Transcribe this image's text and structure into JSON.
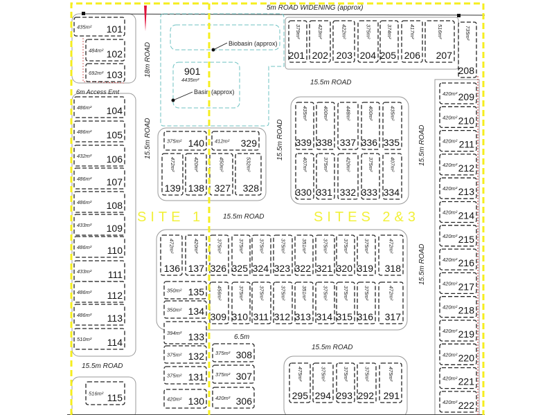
{
  "title_road": "5m ROAD WIDENING (approx)",
  "sites": {
    "site1": "SITE 1",
    "site23": "SITES 2&3"
  },
  "basin": {
    "lot": "901",
    "area": "4435m²",
    "biobasin_label": "Biobasin (approx)",
    "basin_label": "Basin (approx)"
  },
  "labels": {
    "access": "6m Access Emt",
    "gap": "6.5m"
  },
  "roads": [
    "18m ROAD",
    "15.5m ROAD",
    "15.5m ROAD",
    "15.5m ROAD",
    "15.5m ROAD",
    "15.5m ROAD",
    "15.5m ROAD",
    "15.5m ROAD",
    "15.5m ROAD"
  ],
  "colors": {
    "boundary": "#f5ee1e",
    "basin": "#6cc2c2",
    "easement": "#cc3333",
    "site_text": "#f2f03a"
  },
  "lots": [
    {
      "number": "101",
      "area": "435m²"
    },
    {
      "number": "102",
      "area": "484m²"
    },
    {
      "number": "103",
      "area": "692m²"
    },
    {
      "number": "104",
      "area": "486m²"
    },
    {
      "number": "105",
      "area": "486m²"
    },
    {
      "number": "106",
      "area": "432m²"
    },
    {
      "number": "107",
      "area": "486m²"
    },
    {
      "number": "108",
      "area": "486m²"
    },
    {
      "number": "109",
      "area": "433m²"
    },
    {
      "number": "110",
      "area": "486m²"
    },
    {
      "number": "111",
      "area": "433m²"
    },
    {
      "number": "112",
      "area": "486m²"
    },
    {
      "number": "113",
      "area": "486m²"
    },
    {
      "number": "114",
      "area": "510m²"
    },
    {
      "number": "115",
      "area": "516m²"
    },
    {
      "number": "140",
      "area": "375m²"
    },
    {
      "number": "329",
      "area": "412m²"
    },
    {
      "number": "139",
      "area": "472m²"
    },
    {
      "number": "138",
      "area": "420m²"
    },
    {
      "number": "327",
      "area": "450m²"
    },
    {
      "number": "328",
      "area": "532m²"
    },
    {
      "number": "201",
      "area": "379m²"
    },
    {
      "number": "202",
      "area": "423m²"
    },
    {
      "number": "203",
      "area": "422m²"
    },
    {
      "number": "204",
      "area": "375m²"
    },
    {
      "number": "205",
      "area": "374m²"
    },
    {
      "number": "206",
      "area": "417m²"
    },
    {
      "number": "207",
      "area": "516m²"
    },
    {
      "number": "208",
      "area": "735m²"
    },
    {
      "number": "339",
      "area": "435m²"
    },
    {
      "number": "338",
      "area": "400m²"
    },
    {
      "number": "337",
      "area": "448m²"
    },
    {
      "number": "336",
      "area": "400m²"
    },
    {
      "number": "335",
      "area": "435m²"
    },
    {
      "number": "330",
      "area": "407m²"
    },
    {
      "number": "331",
      "area": "375m²"
    },
    {
      "number": "332",
      "area": "420m²"
    },
    {
      "number": "333",
      "area": "375m²"
    },
    {
      "number": "334",
      "area": "407m²"
    },
    {
      "number": "209",
      "area": "420m²"
    },
    {
      "number": "210",
      "area": "420m²"
    },
    {
      "number": "211",
      "area": "420m²"
    },
    {
      "number": "212",
      "area": "420m²"
    },
    {
      "number": "213",
      "area": "420m²"
    },
    {
      "number": "214",
      "area": "420m²"
    },
    {
      "number": "215",
      "area": "420m²"
    },
    {
      "number": "216",
      "area": "420m²"
    },
    {
      "number": "217",
      "area": "420m²"
    },
    {
      "number": "218",
      "area": "420m²"
    },
    {
      "number": "219",
      "area": "420m²"
    },
    {
      "number": "220",
      "area": "420m²"
    },
    {
      "number": "221",
      "area": "420m²"
    },
    {
      "number": "222",
      "area": "420m²"
    },
    {
      "number": "136",
      "area": "472m²"
    },
    {
      "number": "137",
      "area": "420m²"
    },
    {
      "number": "326",
      "area": "375m²"
    },
    {
      "number": "325",
      "area": "375m²"
    },
    {
      "number": "324",
      "area": "375m²"
    },
    {
      "number": "323",
      "area": "375m²"
    },
    {
      "number": "322",
      "area": "351m²"
    },
    {
      "number": "321",
      "area": "375m²"
    },
    {
      "number": "320",
      "area": "375m²"
    },
    {
      "number": "319",
      "area": "375m²"
    },
    {
      "number": "318",
      "area": "472m²"
    },
    {
      "number": "135",
      "area": "350m²"
    },
    {
      "number": "134",
      "area": "350m²"
    },
    {
      "number": "133",
      "area": "394m²"
    },
    {
      "number": "309",
      "area": "456m²"
    },
    {
      "number": "310",
      "area": "375m²"
    },
    {
      "number": "311",
      "area": "375m²"
    },
    {
      "number": "312",
      "area": "375m²"
    },
    {
      "number": "313",
      "area": "351m²"
    },
    {
      "number": "314",
      "area": "375m²"
    },
    {
      "number": "315",
      "area": "375m²"
    },
    {
      "number": "316",
      "area": "375m²"
    },
    {
      "number": "317",
      "area": "472m²"
    },
    {
      "number": "132",
      "area": "375m²"
    },
    {
      "number": "131",
      "area": "375m²"
    },
    {
      "number": "130",
      "area": "420m²"
    },
    {
      "number": "308",
      "area": "375m²"
    },
    {
      "number": "307",
      "area": "375m²"
    },
    {
      "number": "306",
      "area": "420m²"
    },
    {
      "number": "295",
      "area": "475m²"
    },
    {
      "number": "294",
      "area": "375m²"
    },
    {
      "number": "293",
      "area": "375m²"
    },
    {
      "number": "292",
      "area": "375m²"
    },
    {
      "number": "291",
      "area": "475m²"
    }
  ]
}
